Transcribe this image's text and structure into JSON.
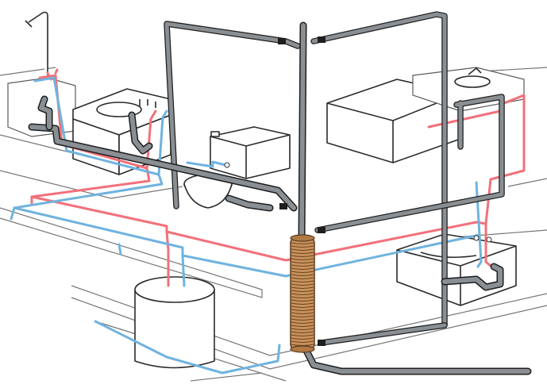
{
  "colors": {
    "hot_water": "#f2707a",
    "cold_water": "#6fb3df",
    "drain_waste_vent": "#8a8f94",
    "drain_outline": "#1e1e1e",
    "main_stack_coil": "#c9925c",
    "fixture_fill": "#ffffff",
    "background": "#ffffff"
  },
  "fixtures": [
    "kitchen-sink",
    "bathroom-vanity",
    "toilet",
    "water-heater",
    "bathtub",
    "upper-sink",
    "laundry-sink"
  ]
}
